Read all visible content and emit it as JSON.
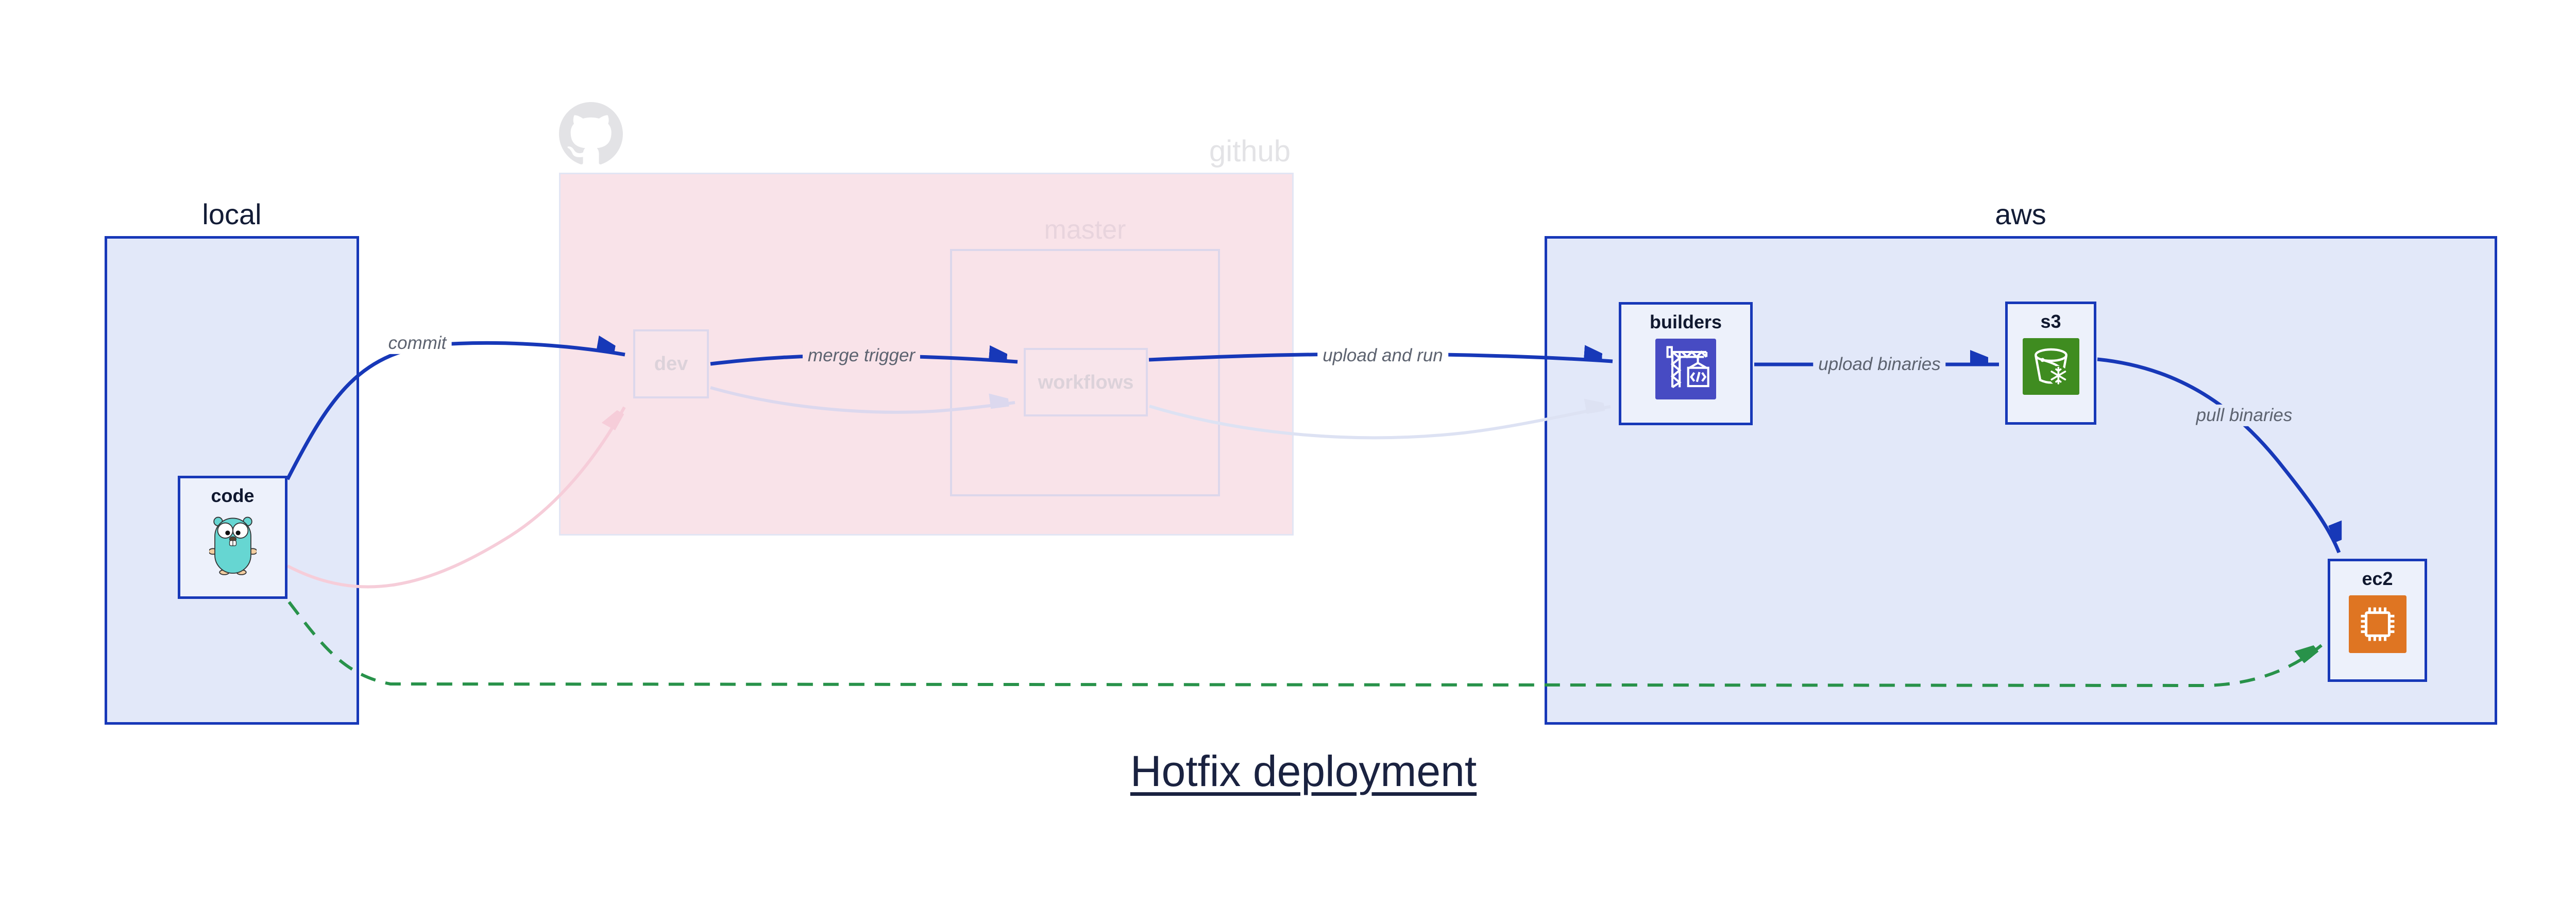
{
  "title": {
    "text": "Hotfix deployment"
  },
  "containers": {
    "local": {
      "label": "local"
    },
    "github": {
      "label": "github"
    },
    "master": {
      "label": "master"
    },
    "aws": {
      "label": "aws"
    }
  },
  "nodes": {
    "code": {
      "label": "code",
      "icon": "go-gopher-icon"
    },
    "dev": {
      "label": "dev"
    },
    "workflows": {
      "label": "workflows"
    },
    "builders": {
      "label": "builders",
      "icon": "aws-codebuild-icon"
    },
    "s3": {
      "label": "s3",
      "icon": "aws-s3-bucket-icon"
    },
    "ec2": {
      "label": "ec2",
      "icon": "aws-ec2-chip-icon"
    }
  },
  "edges": {
    "commit": {
      "label": "commit"
    },
    "merge_trigger": {
      "label": "merge trigger"
    },
    "upload_and_run": {
      "label": "upload and run"
    },
    "upload_binaries": {
      "label": "upload binaries"
    },
    "pull_binaries": {
      "label": "pull binaries"
    }
  },
  "colors": {
    "accent_blue": "#1738b8",
    "container_fill": "#e2e8f9",
    "node_fill": "#edf1fb",
    "github_fill": "#f9e3e9",
    "faded_border": "#dcd7eb",
    "faded_text": "#dcd2da",
    "github_gray": "#e3e3e6",
    "edge_label_gray": "#5d6370",
    "title_navy": "#1a2240",
    "hotfix_green": "#28924a",
    "faded_pink_edge": "#f6cdd9",
    "faded_lavender_edge": "#dcd8ee",
    "faded_blue_edge": "#dde2f3",
    "codebuild_indigo": "#474bc3",
    "s3_green": "#3f8c20",
    "ec2_orange": "#df7522",
    "gopher_teal": "#66d6d2"
  }
}
